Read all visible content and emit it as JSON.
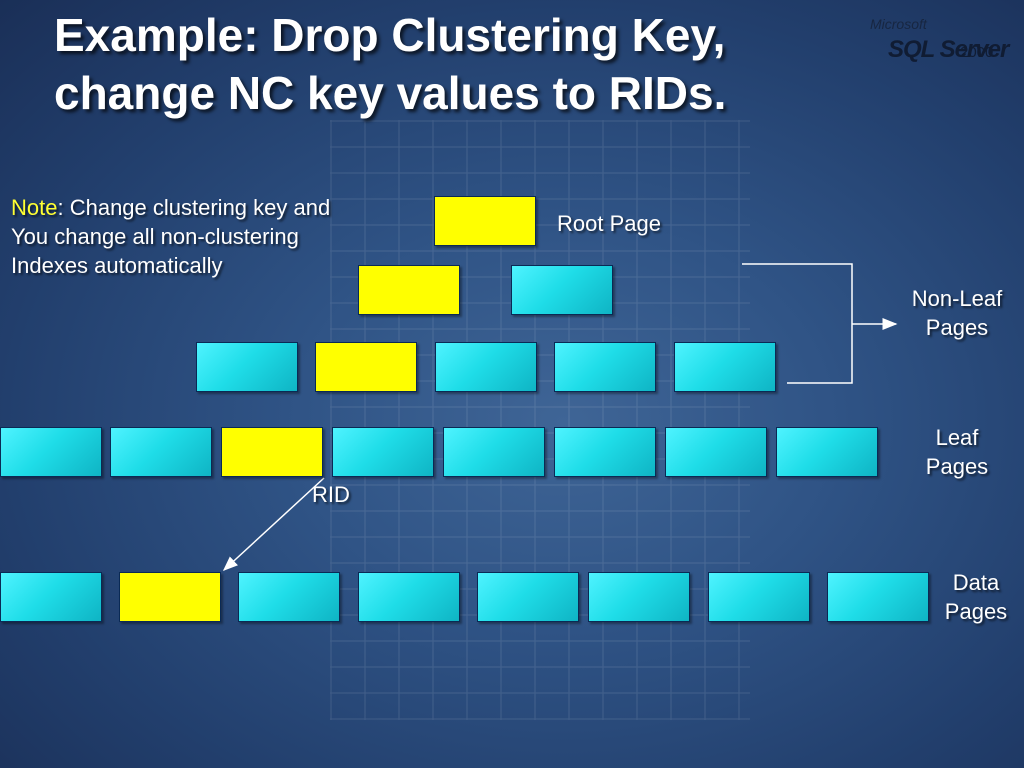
{
  "title": {
    "line1": "Example:  Drop Clustering Key,",
    "line2": "change NC key values to RIDs."
  },
  "logo": {
    "small_text": "Microsoft",
    "main_text": "SQL Server",
    "year": "2000"
  },
  "note": {
    "label": "Note",
    "line1_rest": ": Change clustering key and",
    "line2": "You change all non-clustering",
    "line3": "Indexes automatically"
  },
  "labels": {
    "root": "Root Page",
    "nonleaf_line1": "Non-Leaf",
    "nonleaf_line2": "Pages",
    "leaf_line1": "Leaf",
    "leaf_line2": "Pages",
    "rid": "RID",
    "data_line1": "Data",
    "data_line2": "Pages"
  },
  "colors": {
    "highlight_page": "#ffff00",
    "normal_page": "#1fdde8",
    "note_label": "#ffff33",
    "text": "#ffffff"
  },
  "diagram": {
    "levels": [
      {
        "name": "root",
        "pages": [
          "yellow"
        ]
      },
      {
        "name": "non-leaf-1",
        "pages": [
          "yellow",
          "cyan"
        ]
      },
      {
        "name": "non-leaf-2",
        "pages": [
          "cyan",
          "yellow",
          "cyan",
          "cyan",
          "cyan"
        ]
      },
      {
        "name": "leaf",
        "pages": [
          "cyan",
          "cyan",
          "yellow",
          "cyan",
          "cyan",
          "cyan",
          "cyan",
          "cyan"
        ]
      },
      {
        "name": "data",
        "pages": [
          "cyan",
          "yellow",
          "cyan",
          "cyan",
          "cyan",
          "cyan",
          "cyan",
          "cyan"
        ]
      }
    ]
  }
}
